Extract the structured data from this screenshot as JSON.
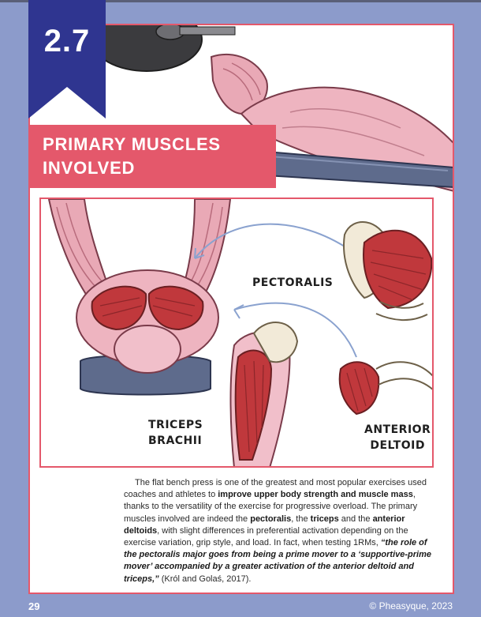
{
  "section": {
    "number": "2.7",
    "title": "PRIMARY MUSCLES\nINVOLVED"
  },
  "labels": {
    "pectoralis": "PECTORALIS",
    "triceps": "TRICEPS\nBRACHII",
    "deltoid": "ANTERIOR\nDELTOID"
  },
  "body": {
    "p1": "The flat bench press is one of the greatest and most popular exercises used coaches and athletes to ",
    "p1_bold": "improve upper body strength and muscle mass",
    "p2": ", thanks to the versatility of the exercise for progressive overload. The primary muscles involved are indeed the ",
    "pect": "pectoralis",
    "comma": ", the ",
    "tri": "triceps",
    "and": " and the ",
    "delt": "anterior deltoids",
    "p3": ", with slight differences in preferential activation depending on the exercise variation, grip style, and load. In fact, when testing 1RMs, ",
    "quote": "“the role of the pectoralis major goes from being a prime mover to a ‘supportive-prime mover’ accompanied by a greater activation of the anterior deltoid and triceps,”",
    "cite": " (Król and Golaś, 2017)."
  },
  "footer": {
    "page_number": "29",
    "copyright": "© Pheasyque, 2023"
  },
  "colors": {
    "background": "#8c9bcb",
    "accent_red": "#e4586b",
    "badge_navy": "#2f3590",
    "muscle_red": "#c0383c",
    "skin_pink": "#e9a9b6",
    "bench_slate": "#5e6b8c",
    "arrow_blue": "#8aa2cf"
  }
}
